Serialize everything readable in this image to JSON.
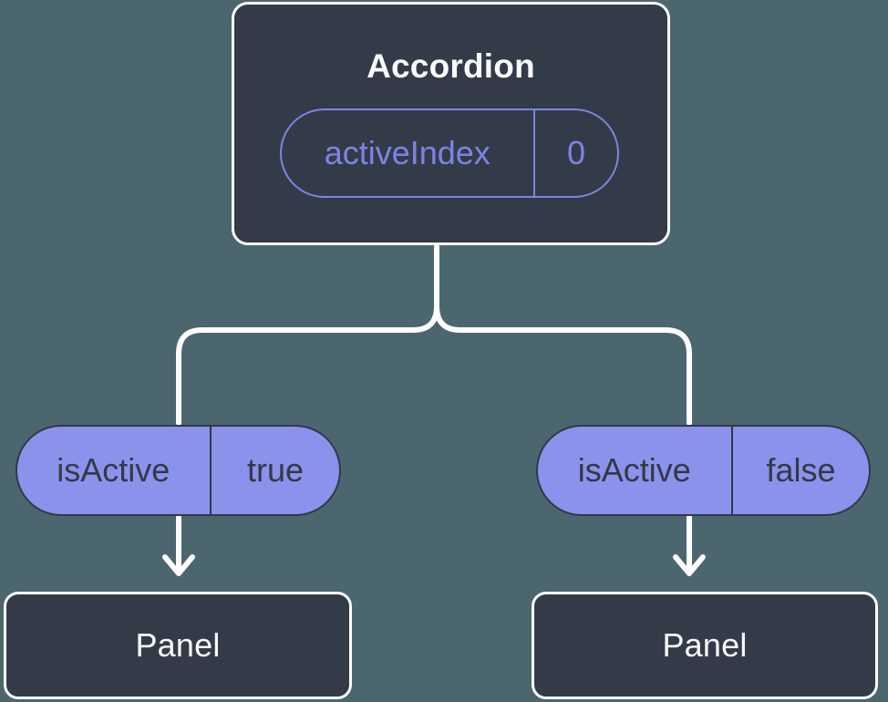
{
  "diagram": {
    "root": {
      "label": "Accordion",
      "state": {
        "name": "activeIndex",
        "value": "0"
      }
    },
    "children": [
      {
        "prop": {
          "name": "isActive",
          "value": "true"
        },
        "node": {
          "label": "Panel"
        }
      },
      {
        "prop": {
          "name": "isActive",
          "value": "false"
        },
        "node": {
          "label": "Panel"
        }
      }
    ]
  },
  "colors": {
    "background": "#4C666F",
    "node_fill": "#343B48",
    "node_border": "#FFFFFF",
    "node_text": "#F9FAFB",
    "accent_purple": "#7B85E4",
    "pill_fill": "#8A92EC",
    "pill_dark": "#333944",
    "connector": "#FFFFFF"
  }
}
